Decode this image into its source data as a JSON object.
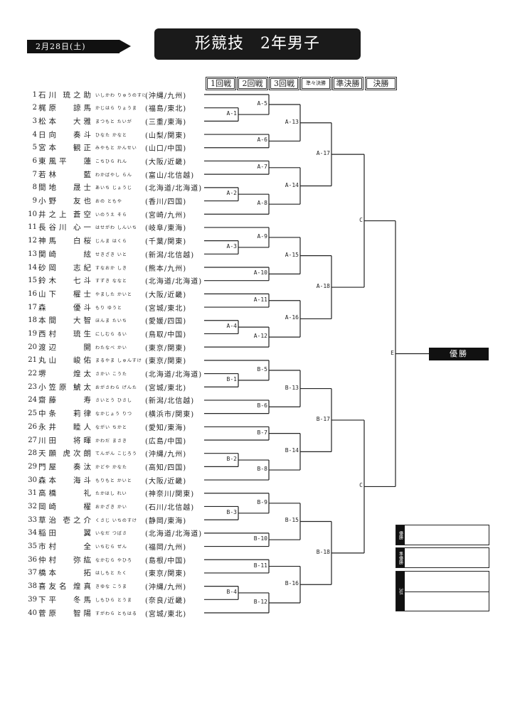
{
  "header": {
    "date": "2月28日(土)",
    "title": "形競技　2年男子"
  },
  "rounds": [
    "1回戦",
    "2回戦",
    "3回戦",
    "準々決勝",
    "準決勝",
    "決勝"
  ],
  "players": [
    {
      "num": "1",
      "family": "石川",
      "given": "琉之助",
      "kana": "いしかわ りゅうのすけ",
      "region": "(沖縄/九州)"
    },
    {
      "num": "2",
      "family": "梶原",
      "given": "諒馬",
      "kana": "かじはら りょうま",
      "region": "(福島/東北)"
    },
    {
      "num": "3",
      "family": "松本",
      "given": "大雅",
      "kana": "まつもと たいが",
      "region": "(三重/東海)"
    },
    {
      "num": "4",
      "family": "日向",
      "given": "奏斗",
      "kana": "ひなた かなと",
      "region": "(山梨/関東)"
    },
    {
      "num": "5",
      "family": "宮本",
      "given": "観正",
      "kana": "みやもと かんせい",
      "region": "(山口/中国)"
    },
    {
      "num": "6",
      "family": "東風平",
      "given": "蓮",
      "kana": "こちひら れん",
      "region": "(大阪/近畿)"
    },
    {
      "num": "7",
      "family": "若林",
      "given": "藍",
      "kana": "わかばやし らん",
      "region": "(富山/北信越)"
    },
    {
      "num": "8",
      "family": "間地",
      "given": "晟士",
      "kana": "あいち じょうじ",
      "region": "(北海道/北海道)"
    },
    {
      "num": "9",
      "family": "小野",
      "given": "友也",
      "kana": "おの ともや",
      "region": "(香川/四国)"
    },
    {
      "num": "10",
      "family": "井之上",
      "given": "蒼空",
      "kana": "いのうえ そら",
      "region": "(宮崎/九州)"
    },
    {
      "num": "11",
      "family": "長谷川",
      "given": "心一",
      "kana": "はせがわ しんいち",
      "region": "(岐阜/東海)"
    },
    {
      "num": "12",
      "family": "神馬",
      "given": "白桜",
      "kana": "じんま はくら",
      "region": "(千葉/関東)"
    },
    {
      "num": "13",
      "family": "関崎",
      "given": "絃",
      "kana": "せきざき いと",
      "region": "(新潟/北信越)"
    },
    {
      "num": "14",
      "family": "砂岡",
      "given": "志紀",
      "kana": "すなおか しき",
      "region": "(熊本/九州)"
    },
    {
      "num": "15",
      "family": "鈴木",
      "given": "七斗",
      "kana": "すずき ななと",
      "region": "(北海道/北海道)"
    },
    {
      "num": "16",
      "family": "山下",
      "given": "櫂士",
      "kana": "やました かいと",
      "region": "(大阪/近畿)"
    },
    {
      "num": "17",
      "family": "森",
      "given": "優斗",
      "kana": "もり ゆうと",
      "region": "(宮城/東北)"
    },
    {
      "num": "18",
      "family": "本間",
      "given": "大智",
      "kana": "ほんま たいち",
      "region": "(愛媛/四国)"
    },
    {
      "num": "19",
      "family": "西村",
      "given": "琉生",
      "kana": "にしむら るい",
      "region": "(鳥取/中国)"
    },
    {
      "num": "20",
      "family": "渡辺",
      "given": "開",
      "kana": "わたなべ かい",
      "region": "(東京/関東)"
    },
    {
      "num": "21",
      "family": "丸山",
      "given": "峻佑",
      "kana": "まるやま しゅんすけ",
      "region": "(東京/関東)"
    },
    {
      "num": "22",
      "family": "堺",
      "given": "煌太",
      "kana": "さかい こうた",
      "region": "(北海道/北海道)"
    },
    {
      "num": "23",
      "family": "小笠原",
      "given": "鯱太",
      "kana": "おがさわら げんた",
      "region": "(宮城/東北)"
    },
    {
      "num": "24",
      "family": "齋藤",
      "given": "寿",
      "kana": "さいとう ひさし",
      "region": "(新潟/北信越)"
    },
    {
      "num": "25",
      "family": "中条",
      "given": "莉律",
      "kana": "なかじょう りつ",
      "region": "(横浜市/関東)"
    },
    {
      "num": "26",
      "family": "永井",
      "given": "睦人",
      "kana": "ながい ちかと",
      "region": "(愛知/東海)"
    },
    {
      "num": "27",
      "family": "川田",
      "given": "将暉",
      "kana": "かわだ まさき",
      "region": "(広島/中国)"
    },
    {
      "num": "28",
      "family": "天願",
      "given": "虎次朗",
      "kana": "てんがん こじろう",
      "region": "(沖縄/九州)"
    },
    {
      "num": "29",
      "family": "門屋",
      "given": "奏汰",
      "kana": "かどや かなた",
      "region": "(高知/四国)"
    },
    {
      "num": "30",
      "family": "森本",
      "given": "海斗",
      "kana": "もりもと かいと",
      "region": "(大阪/近畿)"
    },
    {
      "num": "31",
      "family": "高橋",
      "given": "礼",
      "kana": "たかはし れい",
      "region": "(神奈川/関東)"
    },
    {
      "num": "32",
      "family": "岡崎",
      "given": "櫂",
      "kana": "おかざき かい",
      "region": "(石川/北信越)"
    },
    {
      "num": "33",
      "family": "草治",
      "given": "壱之介",
      "kana": "くさじ いちのすけ",
      "region": "(静岡/東海)"
    },
    {
      "num": "34",
      "family": "稲田",
      "given": "翼",
      "kana": "いなだ つばさ",
      "region": "(北海道/北海道)"
    },
    {
      "num": "35",
      "family": "市村",
      "given": "全",
      "kana": "いちむら ぜん",
      "region": "(福岡/九州)"
    },
    {
      "num": "36",
      "family": "仲村",
      "given": "弥紘",
      "kana": "なかむら やひろ",
      "region": "(島根/中国)"
    },
    {
      "num": "37",
      "family": "橋本",
      "given": "拓",
      "kana": "はしもと たく",
      "region": "(東京/関東)"
    },
    {
      "num": "38",
      "family": "喜友名",
      "given": "煌真",
      "kana": "きゆな こうま",
      "region": "(沖縄/九州)"
    },
    {
      "num": "39",
      "family": "下平",
      "given": "冬馬",
      "kana": "しもひら とうま",
      "region": "(奈良/近畿)"
    },
    {
      "num": "40",
      "family": "菅原",
      "given": "智陽",
      "kana": "すがわら ともはる",
      "region": "(宮城/東北)"
    }
  ],
  "matches": [
    {
      "id": "A-1",
      "label": "A-1",
      "round": 1,
      "a": "p2",
      "b": "p3"
    },
    {
      "id": "A-5",
      "label": "A-5",
      "round": 2,
      "a": "p1",
      "b": "A-1"
    },
    {
      "id": "A-6",
      "label": "A-6",
      "round": 2,
      "a": "p4",
      "b": "p5"
    },
    {
      "id": "A-13",
      "label": "A-13",
      "round": 3,
      "a": "A-5",
      "b": "A-6"
    },
    {
      "id": "A-7",
      "label": "A-7",
      "round": 2,
      "a": "p6",
      "b": "p7"
    },
    {
      "id": "A-2",
      "label": "A-2",
      "round": 1,
      "a": "p8",
      "b": "p9"
    },
    {
      "id": "A-8",
      "label": "A-8",
      "round": 2,
      "a": "A-2",
      "b": "p10"
    },
    {
      "id": "A-14",
      "label": "A-14",
      "round": 3,
      "a": "A-7",
      "b": "A-8"
    },
    {
      "id": "A-17",
      "label": "A-17",
      "round": 4,
      "a": "A-13",
      "b": "A-14"
    },
    {
      "id": "A-3",
      "label": "A-3",
      "round": 1,
      "a": "p12",
      "b": "p13"
    },
    {
      "id": "A-9",
      "label": "A-9",
      "round": 2,
      "a": "p11",
      "b": "A-3"
    },
    {
      "id": "A-10",
      "label": "A-10",
      "round": 2,
      "a": "p14",
      "b": "p15"
    },
    {
      "id": "A-15",
      "label": "A-15",
      "round": 3,
      "a": "A-9",
      "b": "A-10"
    },
    {
      "id": "A-11",
      "label": "A-11",
      "round": 2,
      "a": "p16",
      "b": "p17"
    },
    {
      "id": "A-4",
      "label": "A-4",
      "round": 1,
      "a": "p18",
      "b": "p19"
    },
    {
      "id": "A-12",
      "label": "A-12",
      "round": 2,
      "a": "A-4",
      "b": "p20"
    },
    {
      "id": "A-16",
      "label": "A-16",
      "round": 3,
      "a": "A-11",
      "b": "A-12"
    },
    {
      "id": "A-18",
      "label": "A-18",
      "round": 4,
      "a": "A-15",
      "b": "A-16"
    },
    {
      "id": "C1",
      "label": "C",
      "round": 5,
      "a": "A-17",
      "b": "A-18"
    },
    {
      "id": "B-1",
      "label": "B-1",
      "round": 1,
      "a": "p22",
      "b": "p23"
    },
    {
      "id": "B-5",
      "label": "B-5",
      "round": 2,
      "a": "p21",
      "b": "B-1"
    },
    {
      "id": "B-6",
      "label": "B-6",
      "round": 2,
      "a": "p24",
      "b": "p25"
    },
    {
      "id": "B-13",
      "label": "B-13",
      "round": 3,
      "a": "B-5",
      "b": "B-6"
    },
    {
      "id": "B-7",
      "label": "B-7",
      "round": 2,
      "a": "p26",
      "b": "p27"
    },
    {
      "id": "B-2",
      "label": "B-2",
      "round": 1,
      "a": "p28",
      "b": "p29"
    },
    {
      "id": "B-8",
      "label": "B-8",
      "round": 2,
      "a": "B-2",
      "b": "p30"
    },
    {
      "id": "B-14",
      "label": "B-14",
      "round": 3,
      "a": "B-7",
      "b": "B-8"
    },
    {
      "id": "B-17",
      "label": "B-17",
      "round": 4,
      "a": "B-13",
      "b": "B-14"
    },
    {
      "id": "B-3",
      "label": "B-3",
      "round": 1,
      "a": "p32",
      "b": "p33"
    },
    {
      "id": "B-9",
      "label": "B-9",
      "round": 2,
      "a": "p31",
      "b": "B-3"
    },
    {
      "id": "B-10",
      "label": "B-10",
      "round": 2,
      "a": "p34",
      "b": "p35"
    },
    {
      "id": "B-15",
      "label": "B-15",
      "round": 3,
      "a": "B-9",
      "b": "B-10"
    },
    {
      "id": "B-11",
      "label": "B-11",
      "round": 2,
      "a": "p36",
      "b": "p37"
    },
    {
      "id": "B-4",
      "label": "B-4",
      "round": 1,
      "a": "p38",
      "b": "p39"
    },
    {
      "id": "B-12",
      "label": "B-12",
      "round": 2,
      "a": "B-4",
      "b": "p40"
    },
    {
      "id": "B-16",
      "label": "B-16",
      "round": 3,
      "a": "B-11",
      "b": "B-12"
    },
    {
      "id": "B-18",
      "label": "B-18",
      "round": 4,
      "a": "B-15",
      "b": "B-16"
    },
    {
      "id": "C2",
      "label": "C",
      "round": 5,
      "a": "B-17",
      "b": "B-18"
    },
    {
      "id": "E",
      "label": "E",
      "round": 6,
      "a": "C1",
      "b": "C2"
    }
  ],
  "champion_label": "優勝",
  "results": {
    "first": "優勝",
    "second": "準優勝",
    "third": "3位"
  }
}
